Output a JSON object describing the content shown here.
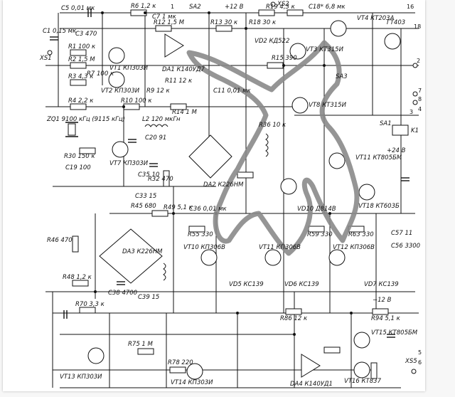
{
  "labels": {
    "c5": "C5 0,01 мк",
    "r6": "R6 1,2 к",
    "c7": "C7 1 мк",
    "r12": "R12 1,5 М",
    "sa2": "SA2",
    "r13": "R13 30 к",
    "r18": "R18 30 к",
    "r19": "R19 4,3 к",
    "c18": "C18* 6,8 мк",
    "vt4": "VT4 КТ203А",
    "vt5": "ГТ403",
    "c3": "C3 470",
    "c1": "C1 0,15 мк",
    "r1": "R1 100 к",
    "r2": "R2 1,5 М",
    "r3": "R3 4,3 к",
    "vt1": "VT1 КП303И",
    "da1": "DA1 К140УД7",
    "r11": "R11 12 к",
    "vd2": "VD2 КД522",
    "r15": "R15 390",
    "vt3": "VT3 КТ315И",
    "r7": "R7 100 к",
    "vt2": "VT2 КП303И",
    "r9": "R9 12 к",
    "c11": "C11 0,01 мк",
    "r4": "R4 2,2 к",
    "r10": "R10 100 к",
    "r14": "R14 1 М",
    "l2": "L2 120 мкГн",
    "zq1": "ZQ1 9100 кГц (9115 кГц)",
    "c20": "C20 91",
    "r30": "R30 150 к",
    "vt7": "VT7 КП303И",
    "c19": "C19 100",
    "da2": "DA2 К226НМ",
    "r32": "R32 470",
    "r36": "R36 10 к",
    "vt8": "VT8 КТ315И",
    "vt11": "VT11 КТ805БМ",
    "vt18": "VT18 КТ603Б",
    "vd10": "VD10 Д814В",
    "c35": "C35 10",
    "c33": "C33 15",
    "r45": "R45 680",
    "r49": "R49 5,1 к",
    "c36": "C36 0,01 мк",
    "r55": "R55 330",
    "r59": "R59 330",
    "r63": "R63 330",
    "c57": "C57 11",
    "c56": "C56 3300",
    "r46": "R46 470",
    "da3": "DA3 К226НМ",
    "vt10": "VT10 КП306В",
    "vt11b": "VT11 КП306В",
    "vt12": "VT12 КП306В",
    "r48": "R48 1,2 к",
    "c38": "C38 4700",
    "c39": "C39 15",
    "r70": "R70 3,3 к",
    "vd5": "VD5 КС139",
    "vd6": "VD6 КС139",
    "vd7": "VD7 КС139",
    "r86": "R86 12 к",
    "r94": "R94 5,1 к",
    "r75": "R75 1 М",
    "r78": "R78 220",
    "da4": "DA4 К140УД1",
    "vt15": "VT15 КТ805БМ",
    "vt16": "VT16 КТ837",
    "vt13": "VT13 КП303И",
    "vt14": "VT14 КП303И",
    "xs1": "XS1",
    "xs2": "XS2",
    "xs5": "XS5",
    "k1": "K1",
    "sa1": "SA1",
    "sa3": "SA3",
    "plus12": "+12 В",
    "plus24": "+24 В",
    "minus12": "−12 В"
  },
  "pins": [
    "1",
    "2",
    "3",
    "4",
    "5",
    "6",
    "7",
    "8",
    "16",
    "18"
  ]
}
